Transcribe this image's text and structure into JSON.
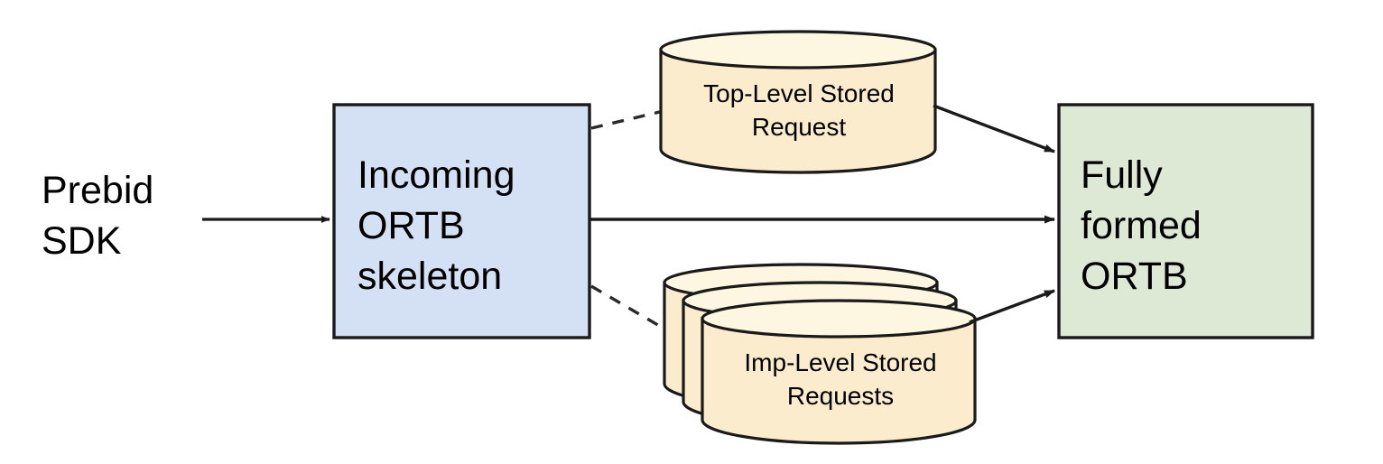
{
  "diagram": {
    "title": "Prebid Server stored request merge flow",
    "background": "#ffffff",
    "colors": {
      "box_blue_fill": "#d4e1f5",
      "box_green_fill": "#dde9d5",
      "cylinder_fill": "#fbeccd",
      "cylinder_top_fill": "#fdf6e0",
      "stroke": "#222222",
      "text": "#000000"
    },
    "nodes": [
      {
        "id": "source",
        "type": "text",
        "label": "Prebid\nSDK"
      },
      {
        "id": "incoming",
        "type": "rect",
        "label": "Incoming\nORTB\nskeleton",
        "fill": "#d4e1f5"
      },
      {
        "id": "top_stored_request",
        "type": "cylinder",
        "label": "Top-Level Stored\nRequest",
        "fill": "#fbeccd"
      },
      {
        "id": "imp_stored_requests",
        "type": "cylinder-stack",
        "label": "Imp-Level Stored\nRequests",
        "fill": "#fbeccd",
        "count": 3
      },
      {
        "id": "fully_formed",
        "type": "rect",
        "label": "Fully\nformed\nORTB",
        "fill": "#dde9d5"
      }
    ],
    "edges": [
      {
        "id": "e1",
        "from": "source",
        "to": "incoming",
        "style": "solid",
        "arrow": "end"
      },
      {
        "id": "e2",
        "from": "incoming",
        "to": "top_stored_request",
        "style": "dashed",
        "arrow": "none"
      },
      {
        "id": "e3",
        "from": "top_stored_request",
        "to": "fully_formed",
        "style": "solid",
        "arrow": "end"
      },
      {
        "id": "e4",
        "from": "incoming",
        "to": "fully_formed",
        "style": "solid",
        "arrow": "end"
      },
      {
        "id": "e5",
        "from": "incoming",
        "to": "imp_stored_requests",
        "style": "dashed",
        "arrow": "none"
      },
      {
        "id": "e6",
        "from": "imp_stored_requests",
        "to": "fully_formed",
        "style": "solid",
        "arrow": "end"
      }
    ]
  }
}
